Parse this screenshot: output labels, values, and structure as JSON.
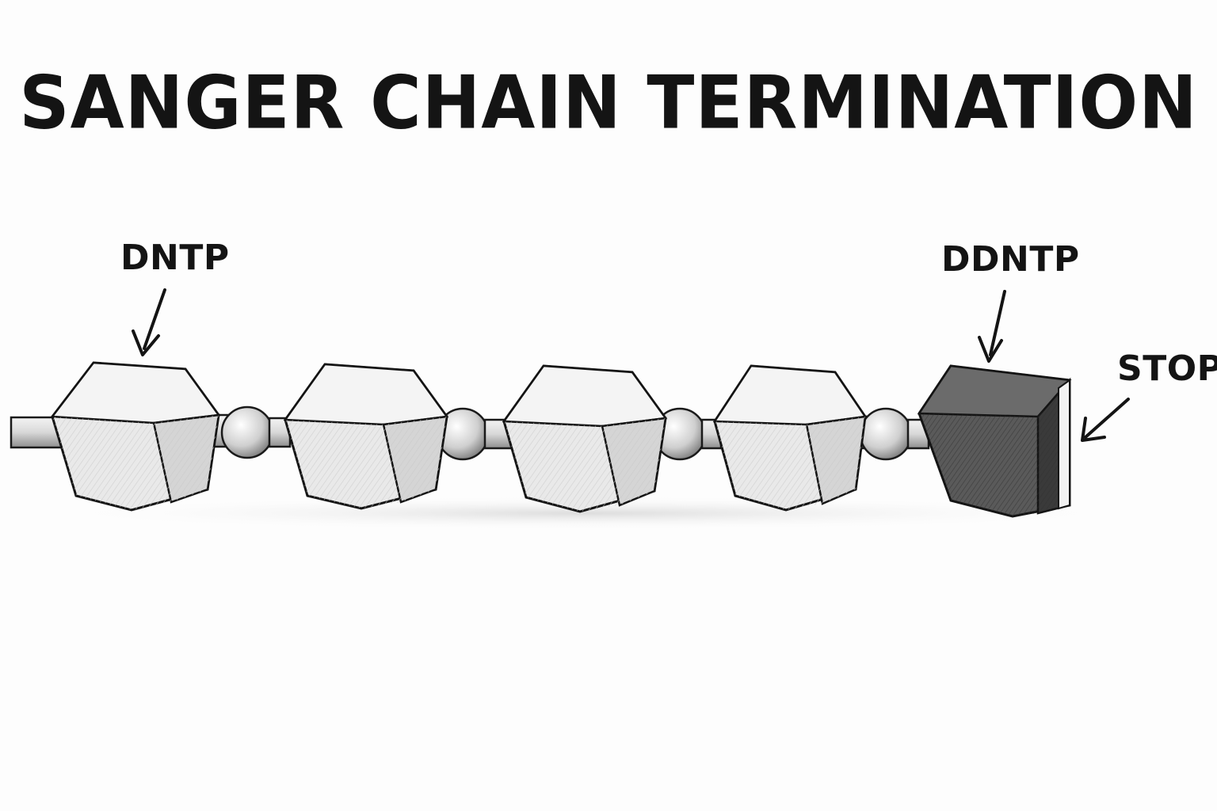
{
  "title": "SANGER CHAIN TERMINATION",
  "labels": {
    "dntp": "DNTP",
    "ddntp": "DDNTP",
    "stop": "STOP"
  },
  "colors": {
    "ink": "#141414",
    "block_light": "#e6e6e6",
    "block_dark": "#4a4a4a"
  }
}
